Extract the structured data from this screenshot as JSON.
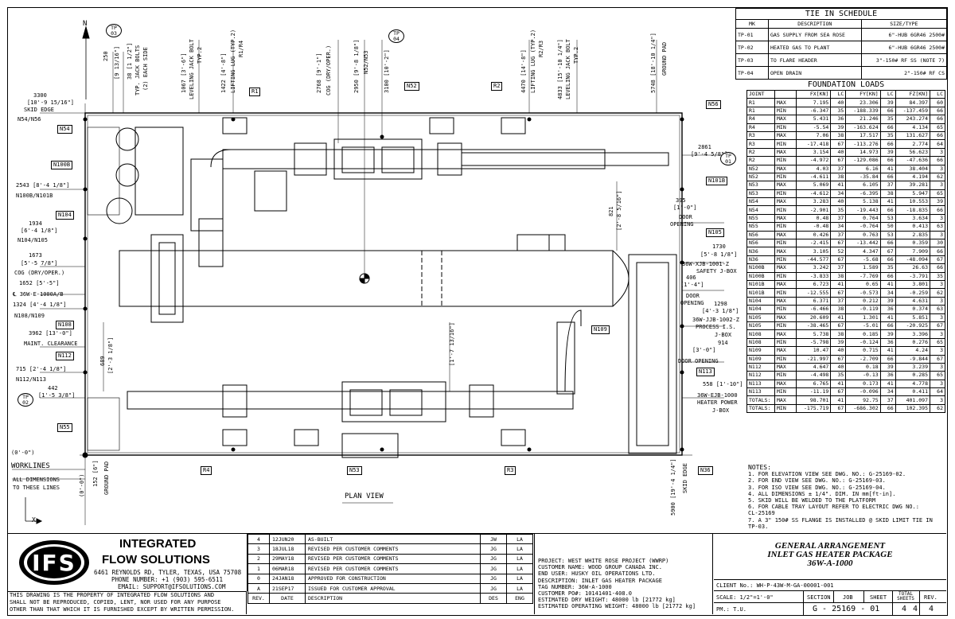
{
  "tie_in": {
    "title": "TIE IN SCHEDULE",
    "headers": [
      "MK",
      "DESCRIPTION",
      "SIZE/TYPE"
    ],
    "rows": [
      [
        "TP-01",
        "GAS SUPPLY FROM SEA ROSE",
        "6\"-HUB 6GR46 2500#"
      ],
      [
        "TP-02",
        "HEATED GAS TO PLANT",
        "6\"-HUB 6GR46 2500#"
      ],
      [
        "TP-03",
        "TO FLARE HEADER",
        "3\"-150# RF SS (NOTE 7)"
      ],
      [
        "TP-04",
        "OPEN DRAIN",
        "2\"-150# RF CS"
      ]
    ]
  },
  "loads": {
    "title": "FOUNDATION LOADS",
    "headers": [
      "JOINT",
      "",
      "FX[KN]",
      "LC",
      "FY[KN]",
      "LC",
      "FZ[KN]",
      "LC"
    ],
    "rows": [
      [
        "R1",
        "MAX",
        "7.195",
        "40",
        "23.306",
        "39",
        "84.397",
        "60"
      ],
      [
        "R1",
        "MIN",
        "-6.347",
        "35",
        "-188.339",
        "66",
        "-137.459",
        "66"
      ],
      [
        "R4",
        "MAX",
        "5.431",
        "36",
        "21.246",
        "35",
        "243.274",
        "66"
      ],
      [
        "R4",
        "MIN",
        "-5.54",
        "39",
        "-163.624",
        "66",
        "4.134",
        "65"
      ],
      [
        "R3",
        "MAX",
        "7.06",
        "38",
        "17.517",
        "35",
        "131.627",
        "66"
      ],
      [
        "R3",
        "MIN",
        "-17.418",
        "67",
        "-113.276",
        "66",
        "2.774",
        "64"
      ],
      [
        "R2",
        "MAX",
        "3.154",
        "40",
        "14.973",
        "39",
        "56.623",
        "3"
      ],
      [
        "R2",
        "MIN",
        "-4.972",
        "67",
        "-129.086",
        "66",
        "-47.636",
        "66"
      ],
      [
        "N52",
        "MAX",
        "4.03",
        "37",
        "6.16",
        "41",
        "38.404",
        "3"
      ],
      [
        "N52",
        "MIN",
        "-4.611",
        "38",
        "-35.84",
        "66",
        "4.194",
        "62"
      ],
      [
        "N53",
        "MAX",
        "5.069",
        "41",
        "6.105",
        "37",
        "39.281",
        "3"
      ],
      [
        "N53",
        "MIN",
        "-4.612",
        "34",
        "-6.395",
        "38",
        "5.947",
        "65"
      ],
      [
        "N54",
        "MAX",
        "3.283",
        "40",
        "5.138",
        "41",
        "10.553",
        "39"
      ],
      [
        "N54",
        "MIN",
        "-2.901",
        "35",
        "-19.443",
        "66",
        "-18.835",
        "66"
      ],
      [
        "N55",
        "MAX",
        "0.48",
        "37",
        "0.764",
        "53",
        "3.634",
        "3"
      ],
      [
        "N55",
        "MIN",
        "-0.48",
        "34",
        "-0.764",
        "50",
        "0.413",
        "63"
      ],
      [
        "N56",
        "MAX",
        "0.426",
        "37",
        "0.763",
        "53",
        "2.835",
        "3"
      ],
      [
        "N56",
        "MIN",
        "-2.415",
        "67",
        "-13.442",
        "66",
        "0.359",
        "30"
      ],
      [
        "N36",
        "MAX",
        "3.105",
        "52",
        "4.347",
        "67",
        "7.909",
        "66"
      ],
      [
        "N36",
        "MIN",
        "-44.577",
        "67",
        "-5.68",
        "66",
        "-48.094",
        "67"
      ],
      [
        "N100B",
        "MAX",
        "3.242",
        "37",
        "1.589",
        "35",
        "26.63",
        "66"
      ],
      [
        "N100B",
        "MIN",
        "-3.833",
        "38",
        "-7.769",
        "66",
        "-3.791",
        "35"
      ],
      [
        "N101B",
        "MAX",
        "6.723",
        "41",
        "0.65",
        "41",
        "3.801",
        "3"
      ],
      [
        "N101B",
        "MIN",
        "-12.555",
        "67",
        "-0.573",
        "34",
        "-0.259",
        "62"
      ],
      [
        "N104",
        "MAX",
        "6.371",
        "37",
        "0.212",
        "39",
        "4.631",
        "3"
      ],
      [
        "N104",
        "MIN",
        "-6.466",
        "38",
        "-0.119",
        "36",
        "0.374",
        "63"
      ],
      [
        "N105",
        "MAX",
        "20.609",
        "41",
        "1.301",
        "41",
        "5.851",
        "3"
      ],
      [
        "N105",
        "MIN",
        "-38.465",
        "67",
        "-5.01",
        "66",
        "-20.925",
        "67"
      ],
      [
        "N108",
        "MAX",
        "5.738",
        "38",
        "0.185",
        "39",
        "3.396",
        "3"
      ],
      [
        "N108",
        "MIN",
        "-5.798",
        "39",
        "-0.124",
        "36",
        "0.276",
        "65"
      ],
      [
        "N109",
        "MAX",
        "10.47",
        "40",
        "0.715",
        "41",
        "4.24",
        "3"
      ],
      [
        "N109",
        "MIN",
        "-21.997",
        "67",
        "-2.709",
        "66",
        "-9.844",
        "67"
      ],
      [
        "N112",
        "MAX",
        "4.647",
        "40",
        "0.18",
        "39",
        "3.239",
        "3"
      ],
      [
        "N112",
        "MIN",
        "-4.498",
        "35",
        "-0.13",
        "36",
        "0.285",
        "65"
      ],
      [
        "N113",
        "MAX",
        "6.765",
        "41",
        "0.173",
        "41",
        "4.778",
        "3"
      ],
      [
        "N113",
        "MIN",
        "-11.19",
        "67",
        "-0.096",
        "34",
        "0.411",
        "64"
      ],
      [
        "TOTALS:",
        "MAX",
        "98.701",
        "41",
        "92.75",
        "37",
        "401.097",
        "3"
      ],
      [
        "TOTALS:",
        "MIN",
        "-175.719",
        "67",
        "-686.302",
        "66",
        "102.395",
        "62"
      ]
    ]
  },
  "notes": {
    "title": "NOTES:",
    "items": [
      "1.   FOR ELEVATION VIEW SEE DWG. NO.: G-25169-02.",
      "2.   FOR END VIEW SEE DWG. NO.: G-25169-03.",
      "3.   FOR ISO VIEW SEE DWG. NO.: G-25169-04.",
      "4.   ALL DIMENSIONS ± 1/4\". DIM. IN mm[ft-in].",
      "5.   SKID WILL BE WELDED TO THE PLATFORM",
      "6.   FOR CABLE TRAY LAYOUT REFER TO ELECTRIC DWG NO.:",
      "      CL-25169",
      "7.   A 3\" 150# SS FLANGE IS INSTALLED @ SKID LIMIT TIE IN",
      "      TP-03."
    ]
  },
  "plan": {
    "view_title": "PLAN VIEW",
    "north": "N",
    "axis_x": "X",
    "dims": {
      "skid": [
        "3300",
        "[10'-9 15/16\"]",
        "SKID EDGE",
        "N54/N56"
      ],
      "n100b": [
        "2543 [8'-4 1/8\"]",
        "N100B/N101B"
      ],
      "n104": [
        "1934",
        "[6'-4 1/8\"]",
        "N104/N105"
      ],
      "cog": [
        "1673",
        "[5'-5 7/8\"]",
        "COG (DRY/OPER.)",
        "1652 [5'-5\"]",
        "℄ 36W-E-1000A/B",
        "1324 [4'-4 1/8\"]",
        "N108/N109"
      ],
      "maint": [
        "3962 [13'-0\"]",
        "MAINT. CLEARANCE"
      ],
      "n112": [
        "715 [2'-4 1/8\"]",
        "N112/N113"
      ],
      "tp02": [
        "442",
        "[1'-5 3/8\"]"
      ],
      "origin": [
        "(0'-0\")",
        "WORKLINES",
        "ALL DIMENSIONS",
        "TO THESE LINES"
      ],
      "pad": [
        "152 [6\"]",
        "GROUND PAD",
        "(0'-0\")"
      ],
      "r_dims": [
        "2861",
        "[9'-4 5/8\"]",
        "395",
        "[1'-0\"]",
        "DOOR",
        "OPENING",
        "1730",
        "[5'-8 1/8\"]",
        "36W-XJB-1001-Z",
        "SAFETY J-BOX",
        "406",
        "[1'-4\"]",
        "DOOR",
        "OPENING",
        "1298",
        "[4'-3 1/8\"]",
        "36W-JJB-1002-Z",
        "PROCESS I.S.",
        "J-BOX",
        "914",
        "[3'-0\"]",
        "DOOR OPENING",
        "558 [1'-10\"]",
        "36W-EJB-1000",
        "HEATER POWER",
        "J-BOX"
      ],
      "mid": [
        "821",
        "[2'-8 5/16\"]",
        "689",
        "[2'-3 1/8\"]",
        "[1'-7 13/16\"]"
      ],
      "bottom": [
        "5900 [19'-4 1/4\"]",
        "SKID EDGE"
      ],
      "top_v": [
        "250",
        "[9 13/16\"]",
        "38 [1 1/2\"]",
        "TYP. JACK BOLTS",
        "(2) EACH SIDE",
        "1067 [3'-6\"]",
        "LEVELING JACK BOLT",
        "TYP.2",
        "1422 [4'-8\"]",
        "LIFTING LUG (TYP.2)",
        "R1/R4",
        "2768 [9'-1\"]",
        "COG (DRY/OPER.)",
        "2950 [9'-8 1/8\"]",
        "N52/N53",
        "3100 [10'-2\"]",
        "4470 [14'-8\"]",
        "LIFTING LUG (TYP.2)",
        "R2/R3",
        "4833 [15'-10 1/4\"]",
        "LEVELING JACK BOLT",
        "TYP.2",
        "5748 [18'-10 1/4\"]",
        "GROUND PAD"
      ]
    },
    "tags": [
      "TP 03",
      "TP 04",
      "TP 01",
      "TP 02",
      "N54",
      "N100B",
      "N104",
      "N108",
      "N112",
      "N55",
      "R1",
      "R2",
      "N52",
      "N56",
      "N101B",
      "N105",
      "N109",
      "N113",
      "N36",
      "R4",
      "N53",
      "R3"
    ]
  },
  "title_block": {
    "company": [
      "INTEGRATED",
      "FLOW SOLUTIONS"
    ],
    "logo_text": "IFS",
    "address": "6461 REYNOLDS RD, TYLER, TEXAS, USA 75708",
    "phone": "PHONE NUMBER: +1 (903) 595-6511",
    "email": "EMAIL: SUPPORT@IFSOLUTIONS.COM",
    "disclaimer": [
      "THIS DRAWING IS THE PROPERTY OF INTEGRATED FLOW SOLUTIONS AND",
      "SHALL NOT BE REPRODUCED, COPIED, LENT, NOR USED FOR ANY PURPOSE",
      "OTHER THAN THAT WHICH IT IS FURNISHED EXCEPT BY WRITTEN PERMISSION."
    ],
    "revisions": [
      [
        "4",
        "12JUN20",
        "AS-BUILT",
        "JW",
        "LA"
      ],
      [
        "3",
        "18JUL18",
        "REVISED PER CUSTOMER COMMENTS",
        "JG",
        "LA"
      ],
      [
        "2",
        "29MAY18",
        "REVISED PER CUSTOMER COMMENTS",
        "JG",
        "LA"
      ],
      [
        "1",
        "06MAR18",
        "REVISED PER CUSTOMER COMMENTS",
        "JG",
        "LA"
      ],
      [
        "0",
        "24JAN18",
        "APPROVED FOR CONSTRUCTION",
        "JG",
        "LA"
      ],
      [
        "A",
        "21SEP17",
        "ISSUED FOR CUSTOMER APPROVAL",
        "JG",
        "LA"
      ]
    ],
    "rev_headers": [
      "REV.",
      "DATE",
      "DESCRIPTION",
      "DES",
      "ENG"
    ],
    "project": [
      "PROJECT: WEST WHITE ROSE PROJECT (WWRP)",
      "CUSTOMER NAME: WOOD GROUP CANADA INC.",
      "END USER: HUSKY OIL OPERATIONS LTD.",
      "DESCRIPTION: INLET GAS HEATER PACKAGE",
      "TAG NUMBER: 36W-A-1000",
      "CUSTOMER PO#: 10141401-408.0",
      "ESTIMATED DRY WEIGHT: 48000 lb [21772 kg]",
      "ESTIMATED OPERATING WEIGHT: 48000 lb [21772 kg]"
    ],
    "dwg_title": [
      "GENERAL ARRANGEMENT",
      "INLET GAS HEATER PACKAGE",
      "36W-A-1000"
    ],
    "client_no": "CLIENT No.:  WH-P-43W-M-GA-00001-001",
    "scale": "SCALE: 1/2\"=1'-0\"",
    "pm": "PM.: T.U.",
    "section_lbl": "SECTION",
    "job_lbl": "JOB",
    "sheet_lbl": "SHEET",
    "total_lbl": "TOTAL SHEETS",
    "dwg_no": "G - 25169 - 01",
    "sheet": "4",
    "total": "4",
    "rev_lbl": "REV.",
    "rev": "4"
  }
}
